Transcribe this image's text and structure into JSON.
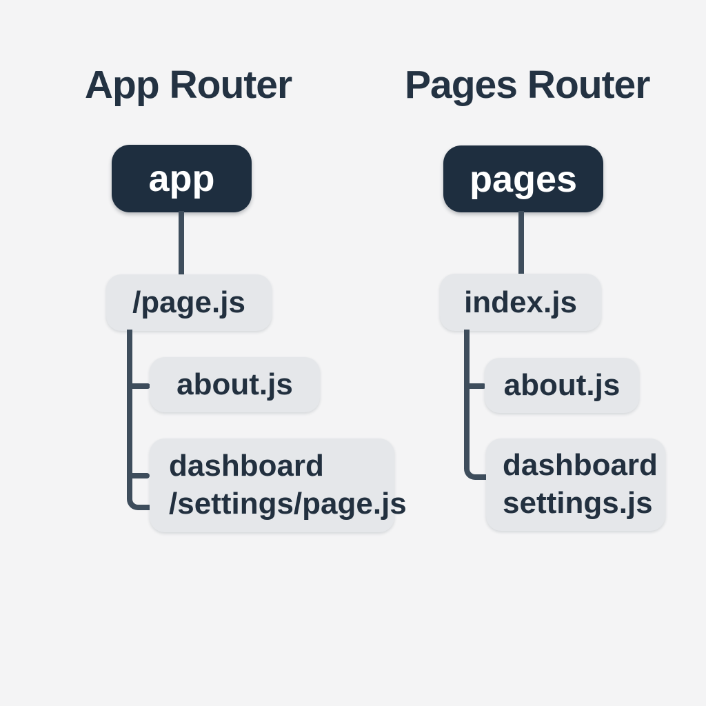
{
  "left": {
    "title": "App Router",
    "root": "app",
    "level1": "/page.js",
    "child1": "about.js",
    "child2_line1": "dashboard",
    "child2_line2": "/settings/page.js"
  },
  "right": {
    "title": "Pages Router",
    "root": "pages",
    "level1": "index.js",
    "child1": "about.js",
    "child2_line1": "dashboard",
    "child2_line2": "settings.js"
  },
  "colors": {
    "background": "#f4f4f5",
    "title_text": "#233242",
    "root_box_fill": "#1e2e3f",
    "root_text": "#ffffff",
    "child_box_fill": "#e5e7ea",
    "child_text": "#22303f",
    "connector": "#3e4d5c"
  }
}
